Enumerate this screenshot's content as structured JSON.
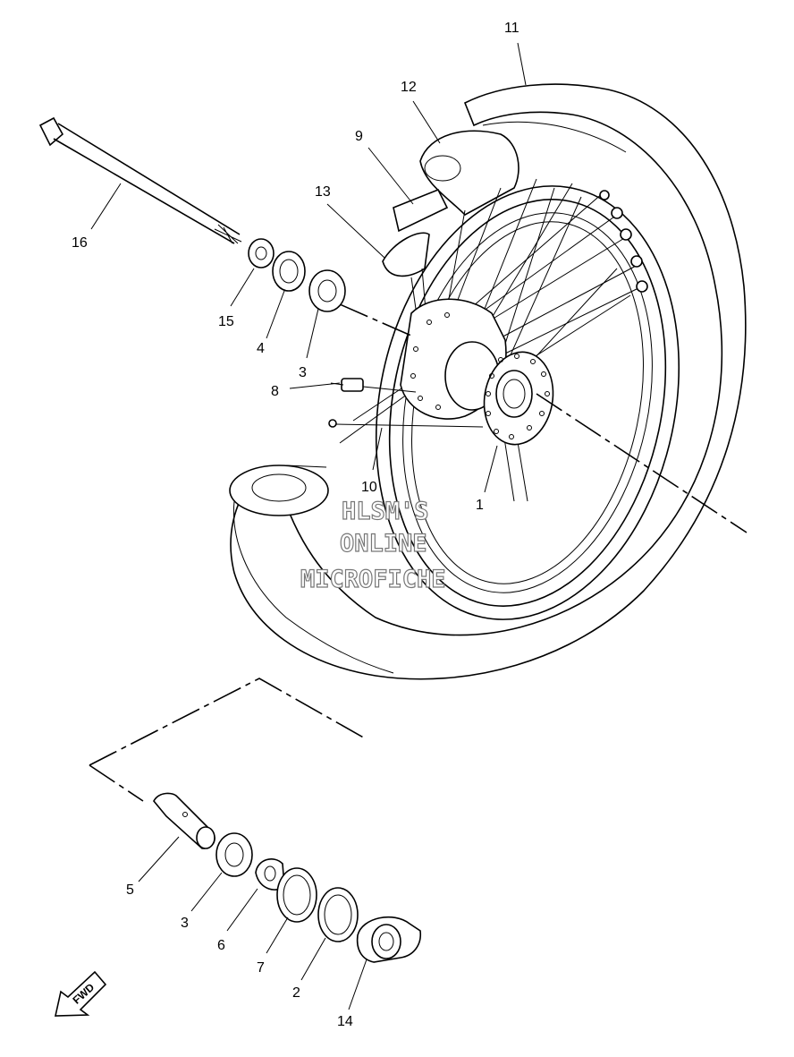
{
  "diagram": {
    "callouts": [
      "1",
      "2",
      "3",
      "4",
      "5",
      "6",
      "7",
      "8",
      "9",
      "10",
      "11",
      "12",
      "13",
      "14",
      "15",
      "16"
    ],
    "repeat_callout_3": "3",
    "watermark": [
      "HLSM'S",
      "ONLINE",
      "MICROFICHE"
    ],
    "fwd_label": "FWD"
  }
}
